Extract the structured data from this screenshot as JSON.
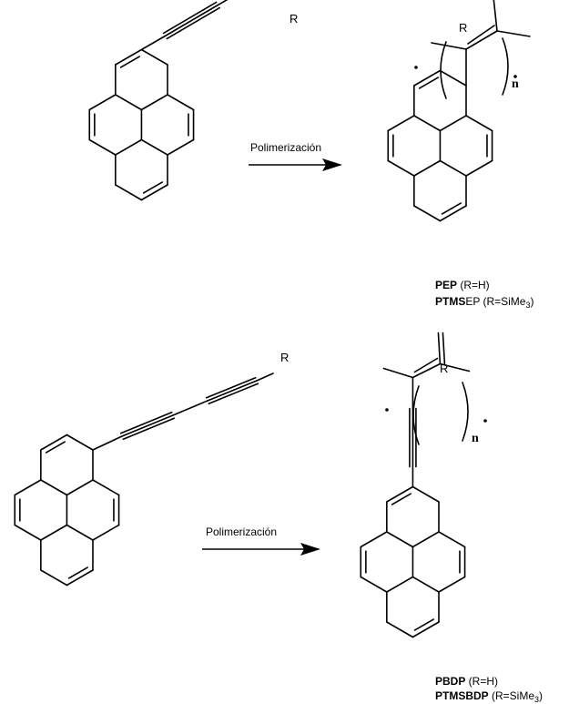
{
  "scheme1": {
    "monomer_substituent": "R",
    "arrow_label": "Polimerización",
    "polymer_substituent": "R",
    "repeat_index": "n",
    "caption_line1": {
      "bold": "PEP",
      "rest": " (R=H)"
    },
    "caption_line2": {
      "bold": "PTMS",
      "rest": "EP (R=SiMe",
      "sub": "3",
      "close": ")"
    }
  },
  "scheme2": {
    "monomer_substituent": "R",
    "arrow_label": "Polimerización",
    "polymer_substituent": "R",
    "repeat_index": "n",
    "caption_line1": {
      "bold": "PBDP",
      "rest": " (R=H)"
    },
    "caption_line2": {
      "bold": "PTMSBDP",
      "rest": " (R=SiMe",
      "sub": "3",
      "close": ")"
    }
  }
}
